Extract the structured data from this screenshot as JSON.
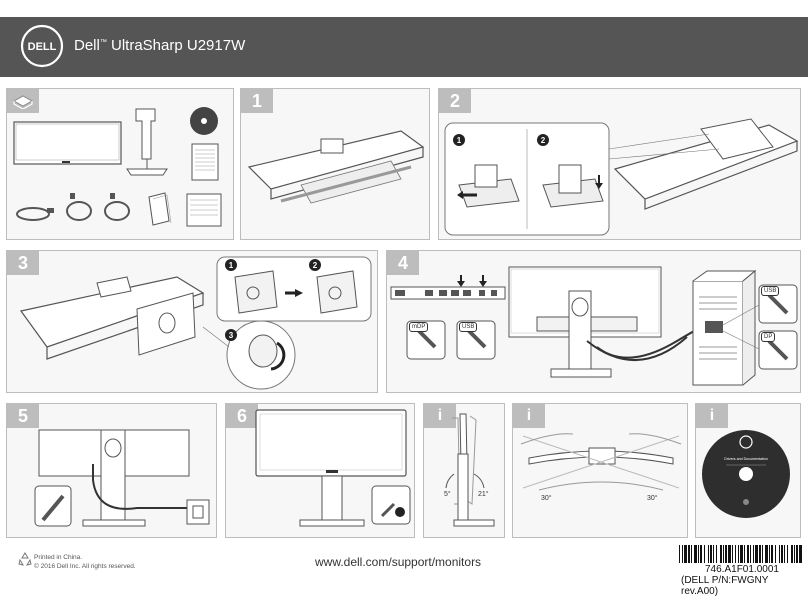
{
  "header": {
    "logo_text": "DELL",
    "title_brand": "Dell",
    "title_tm": "™",
    "title_model": " UltraSharp U2917W"
  },
  "steps": {
    "box_contents": "",
    "step1": "1",
    "step2": "2",
    "step3": "3",
    "step4": "4",
    "step5": "5",
    "step6": "6",
    "info1": "i",
    "info2": "i",
    "info3": "i"
  },
  "callouts": {
    "sub1": "1",
    "sub2": "2",
    "sub3": "3"
  },
  "labels": {
    "mdp": "mDP",
    "usb_a": "USB",
    "usb_b": "USB",
    "dp": "DP",
    "tilt_back": "5°",
    "tilt_fwd": "21°",
    "swivel_left": "30°",
    "swivel_right": "30°",
    "disc_title": "Drivers and Documentation"
  },
  "footer": {
    "printed": "Printed in China.",
    "copyright": "© 2016 Dell Inc. All rights reserved.",
    "url": "www.dell.com/support/monitors",
    "part_number": "746.A1F01.0001",
    "dell_pn": "(DELL P/N:FWGNY rev.A00)"
  },
  "colors": {
    "header_bg": "#555555",
    "panel_border": "#bdbdbd",
    "tab_bg": "#bdbdbd"
  }
}
